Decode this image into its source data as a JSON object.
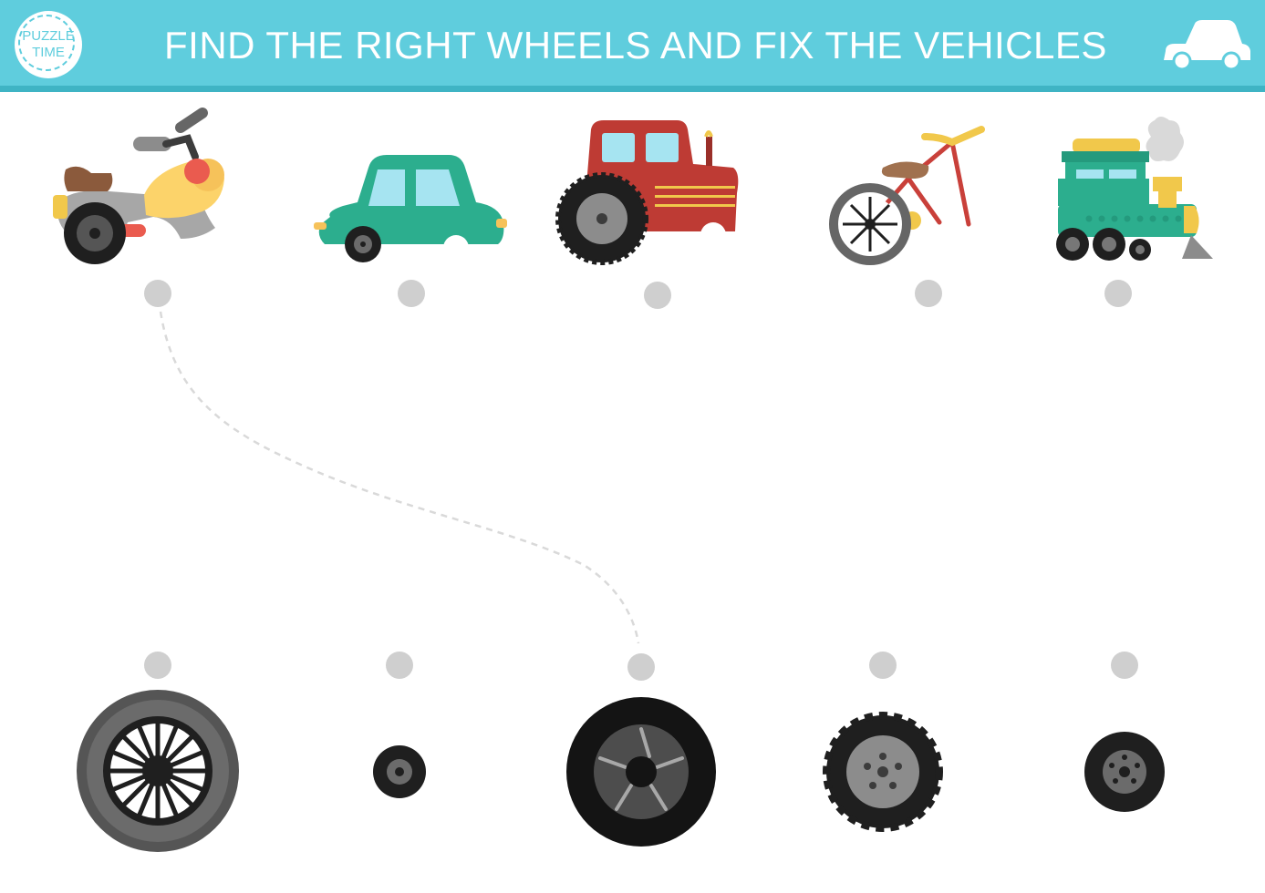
{
  "header": {
    "title": "FIND THE RIGHT WHEELS AND FIX THE VEHICLES",
    "logo_line1": "PUZZLE",
    "logo_line2": "TIME",
    "logo_icon": "puzzle-time-logo",
    "corner_icon": "car-silhouette-icon"
  },
  "colors": {
    "header_bg": "#5fcddd",
    "header_shadow": "#3fb4c4",
    "dot": "#cfcfcf",
    "path": "#d9d9d9"
  },
  "vehicles": [
    {
      "name": "motorcycle",
      "icon": "motorcycle-icon"
    },
    {
      "name": "car",
      "icon": "car-icon"
    },
    {
      "name": "tractor",
      "icon": "tractor-icon"
    },
    {
      "name": "bicycle",
      "icon": "bicycle-icon"
    },
    {
      "name": "train",
      "icon": "steam-train-icon"
    }
  ],
  "wheels": [
    {
      "name": "bicycle-wheel",
      "icon": "spoked-wheel-icon"
    },
    {
      "name": "small-wheel",
      "icon": "small-wheel-icon"
    },
    {
      "name": "motorcycle-wheel",
      "icon": "alloy-wheel-icon"
    },
    {
      "name": "tractor-wheel",
      "icon": "tractor-tire-icon"
    },
    {
      "name": "train-wheel",
      "icon": "train-wheel-icon"
    }
  ],
  "example_connection": {
    "from": "motorcycle",
    "to": "motorcycle-wheel"
  }
}
